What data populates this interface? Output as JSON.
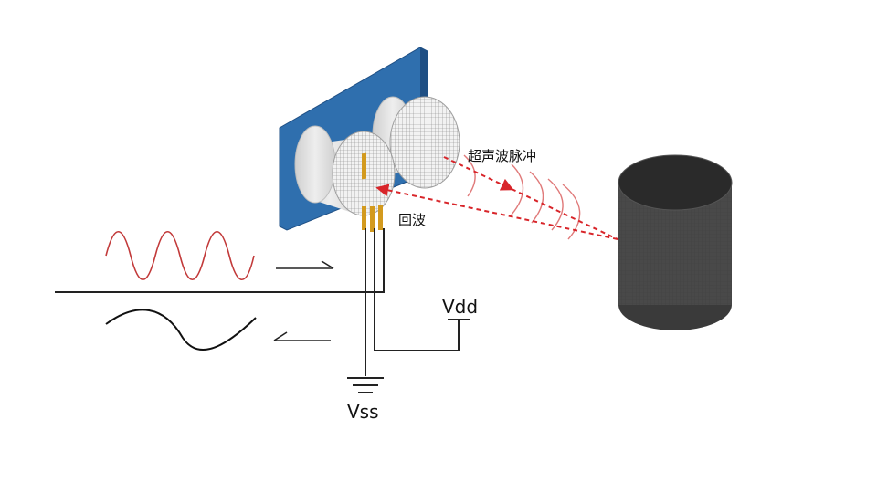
{
  "labels": {
    "pulse": "超声波脉冲",
    "echo": "回波",
    "vdd": "Vdd",
    "vss": "Vss"
  },
  "colors": {
    "board": "#2f6fae",
    "board_edge": "#1f4f84",
    "transducer": "#dcdcdc",
    "mesh": "#8a8a8a",
    "pins": "#d39a1e",
    "wave_out": "#c23a3a",
    "wave_in": "#111111",
    "beam": "#d8252a",
    "arc": "#e07a7a",
    "obstacle": "#3a3a3a"
  },
  "icons": [
    "ground-symbol",
    "supply-terminal",
    "direction-arrow-right",
    "direction-arrow-left"
  ]
}
